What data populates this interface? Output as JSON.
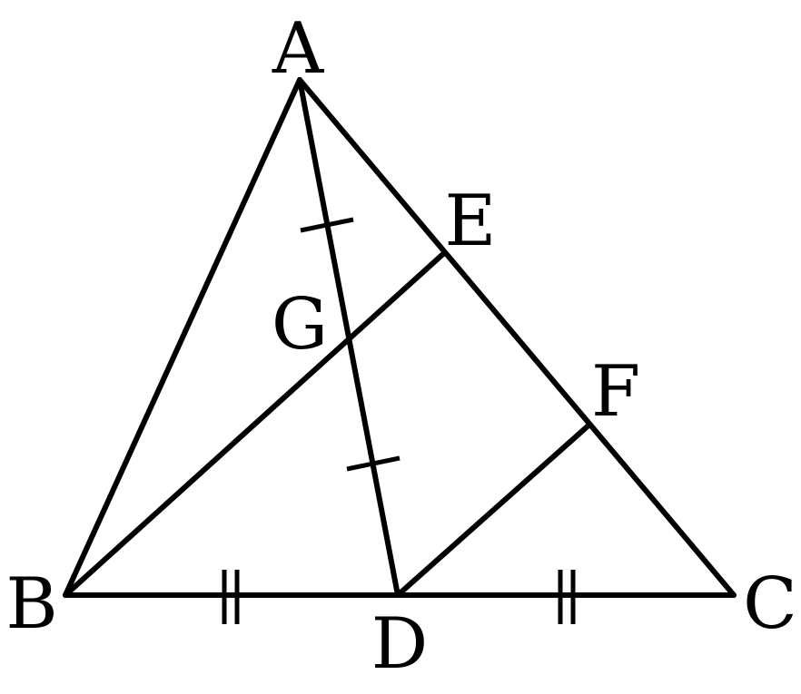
{
  "points": {
    "A": {
      "label": "A"
    },
    "B": {
      "label": "B"
    },
    "C": {
      "label": "C"
    },
    "D": {
      "label": "D"
    },
    "E": {
      "label": "E"
    },
    "F": {
      "label": "F"
    },
    "G": {
      "label": "G"
    }
  },
  "segments": [
    "AB",
    "BC",
    "CA",
    "AD",
    "BE",
    "DF"
  ],
  "equal_marks": [
    {
      "segments": [
        "AG",
        "GD"
      ],
      "ticks": 1
    },
    {
      "segments": [
        "BD",
        "DC"
      ],
      "ticks": 2
    }
  ],
  "colors": {
    "stroke": "#000000",
    "background": "#ffffff"
  }
}
